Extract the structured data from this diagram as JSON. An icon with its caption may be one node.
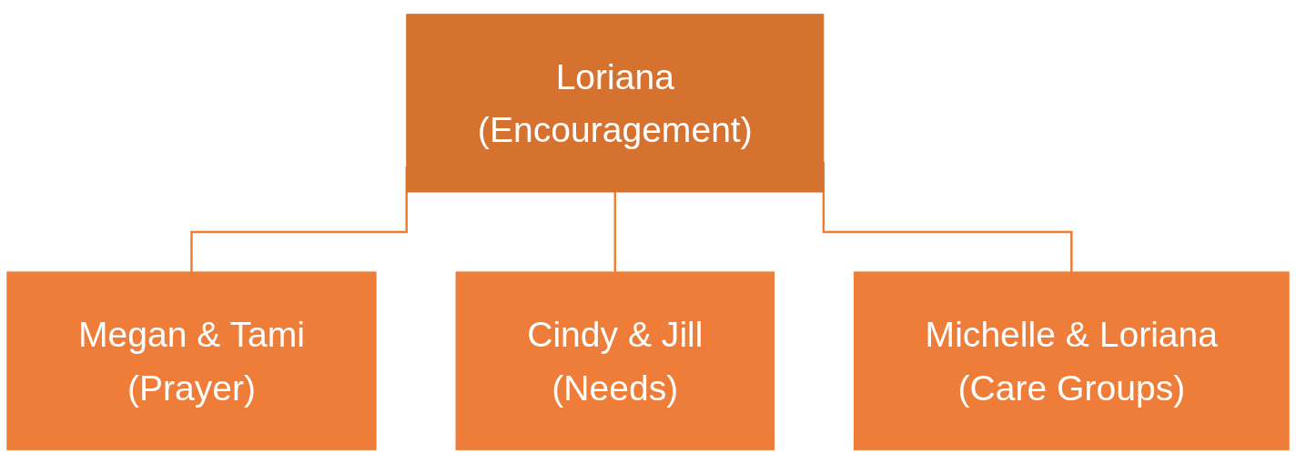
{
  "diagram": {
    "nodes": [
      {
        "text": [
          "Loriana",
          "(Encouragement)"
        ]
      },
      {
        "text": [
          "Megan & Tami",
          "(Prayer)"
        ]
      },
      {
        "text": [
          "Cindy & Jill",
          "(Needs)"
        ]
      },
      {
        "text": [
          "Michelle & Loriana",
          "(Care Groups)"
        ]
      }
    ],
    "edges": [
      {
        "from": 0,
        "to": 1,
        "arrow": "none"
      },
      {
        "from": 0,
        "to": 2,
        "arrow": "none"
      },
      {
        "from": 0,
        "to": 3,
        "arrow": "none"
      }
    ]
  }
}
